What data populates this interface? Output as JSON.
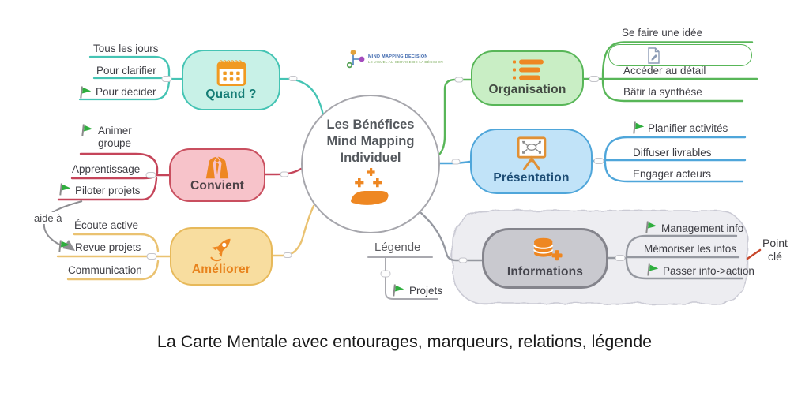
{
  "caption": "La Carte Mentale avec entourages, marqueurs, relations, légende",
  "logo": {
    "brand": "MIND MAPPING DECISION",
    "tagline": "LE VISUEL AU SERVICE DE LA DÉCISION"
  },
  "center": {
    "line1": "Les Bénéfices",
    "line2": "Mind Mapping",
    "line3": "Individuel",
    "icon": "hand-sparkles-icon"
  },
  "branches": {
    "quand": {
      "label": "Quand ?",
      "icon": "calendar-icon",
      "accent": "#45c4b4",
      "fill": "#c8f1e7",
      "items": [
        {
          "text": "Tous les jours",
          "flag": false
        },
        {
          "text": "Pour clarifier",
          "flag": false
        },
        {
          "text": "Pour décider",
          "flag": true
        }
      ]
    },
    "convient": {
      "label": "Convient",
      "icon": "suit-icon",
      "accent": "#c94f5f",
      "fill": "#f7c3ca",
      "items": [
        {
          "text": "Animer groupe",
          "flag": true
        },
        {
          "text": "Apprentissage",
          "flag": false
        },
        {
          "text": "Piloter projets",
          "flag": true
        }
      ]
    },
    "ameliorer": {
      "label": "Améliorer",
      "icon": "rocket-icon",
      "accent": "#e7b95a",
      "fill": "#f8dd9f",
      "items": [
        {
          "text": "Écoute active",
          "flag": false
        },
        {
          "text": "Revue projets",
          "flag": true
        },
        {
          "text": "Communication",
          "flag": false
        }
      ]
    },
    "organisation": {
      "label": "Organisation",
      "icon": "bullet-list-icon",
      "accent": "#58b658",
      "fill": "#c9eec5",
      "items": [
        {
          "text": "Se faire une idée",
          "flag": false,
          "attachment": "note-icon"
        },
        {
          "text": "Accéder au détail",
          "flag": false
        },
        {
          "text": "Bâtir la synthèse",
          "flag": false
        }
      ]
    },
    "presentation": {
      "label": "Présentation",
      "icon": "easel-icon",
      "accent": "#4fa6da",
      "fill": "#c1e3f8",
      "items": [
        {
          "text": "Planifier activités",
          "flag": true
        },
        {
          "text": "Diffuser livrables",
          "flag": false
        },
        {
          "text": "Engager acteurs",
          "flag": false
        }
      ]
    },
    "informations": {
      "label": "Informations",
      "icon": "database-plus-icon",
      "accent": "#84848c",
      "fill": "#c9c9cf",
      "boundary": "cloud",
      "items": [
        {
          "text": "Management info",
          "flag": true
        },
        {
          "text": "Mémoriser les infos",
          "flag": false
        },
        {
          "text": "Passer info->action",
          "flag": true
        }
      ]
    }
  },
  "relation": {
    "label": "aide à"
  },
  "annotation": {
    "label": "Point clé",
    "color": "#c8472b"
  },
  "legend": {
    "title": "Légende",
    "items": [
      {
        "text": "Projets",
        "flag": true
      }
    ]
  },
  "colors": {
    "flag_green": "#2fae3e",
    "icon_orange": "#ee8722",
    "cloud_fill": "#ededf1",
    "center_border": "#a6a6ac",
    "gray_line": "#9598a0"
  }
}
